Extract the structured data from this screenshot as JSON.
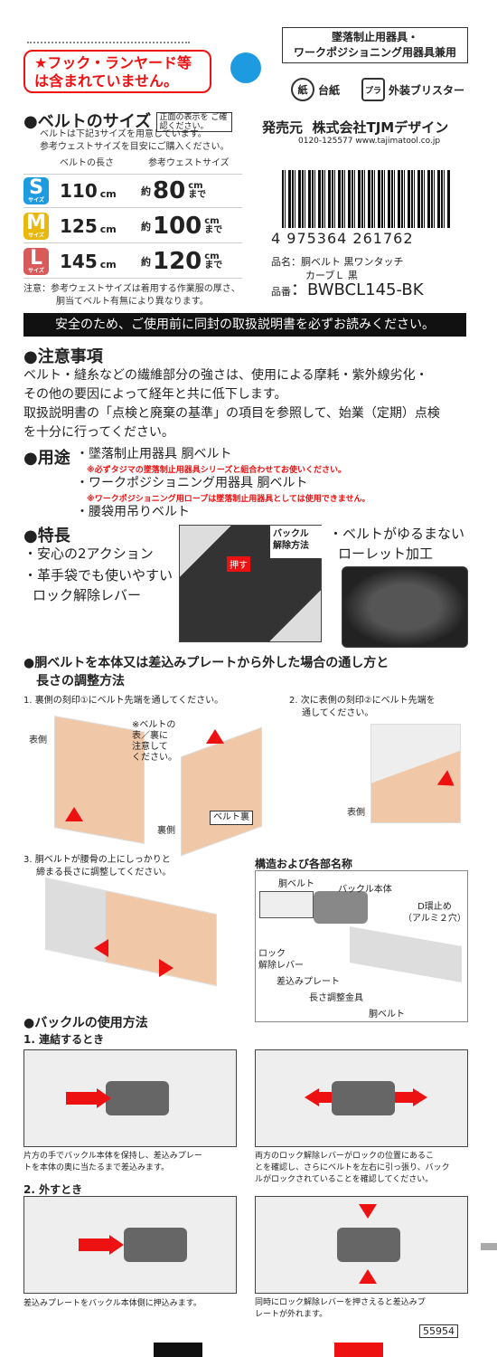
{
  "warning": {
    "line1": "★フック・ランヤード等",
    "line2": "は含まれていません。"
  },
  "category": {
    "line1": "墜落制止用器具・",
    "line2": "ワークポジショニング用器具兼用"
  },
  "recycle": [
    {
      "mark": "紙",
      "label": "台紙"
    },
    {
      "mark": "プラ",
      "label": "外装ブリスター"
    }
  ],
  "seller": {
    "label": "発売元",
    "name": "株式会社TJMデザイン",
    "contact": "0120-125577 www.tajimatool.co.jp"
  },
  "belt_size": {
    "heading": "●ベルトのサイズ",
    "stamp": "正面の表示を ご確認ください。",
    "note1": "ベルトは下記3サイズを用意しています。",
    "note2": "参考ウェストサイズを目安にご購入ください。",
    "col1": "ベルトの長さ",
    "col2": "参考ウェストサイズ",
    "approx": "約",
    "len_unit": "cm",
    "waist_unit1": "cm",
    "waist_unit2": "まで",
    "size_suffix": "サイズ",
    "rows": [
      {
        "size": "S",
        "color": "#1e9be0",
        "length": "110",
        "waist": "80"
      },
      {
        "size": "M",
        "color": "#e8b80c",
        "length": "125",
        "waist": "100"
      },
      {
        "size": "L",
        "color": "#d85a5a",
        "length": "145",
        "waist": "120"
      }
    ],
    "caution1": "注意：参考ウェストサイズは着用する作業服の厚さ、",
    "caution2": "胴当てベルト有無により異なります。"
  },
  "barcode": {
    "number": "4 975364 261762"
  },
  "product": {
    "name_label": "品名",
    "name1": "胴ベルト 黒ワンタッチ",
    "name2": "カーブＬ 黒",
    "code_label": "品番",
    "code": "BWBCL145-BK"
  },
  "safety_bar": "安全のため、ご使用前に同封の取扱説明書を必ずお読みください。",
  "caution": {
    "heading": "●注意事項",
    "p1": "ベルト・縫糸などの繊維部分の強さは、使用による摩耗・紫外線劣化・",
    "p2": "その他の要因によって経年と共に低下します。",
    "p3": "取扱説明書の「点検と廃棄の基準」の項目を参照して、始業（定期）点検",
    "p4": "を十分に行ってください。"
  },
  "usage": {
    "heading": "●用途",
    "item1": "・墜落制止用器具 胴ベルト",
    "red1": "※必ずタジマの墜落制止用器具シリーズと組合わせてお使いください。",
    "item2": "・ワークポジショニング用器具 胴ベルト",
    "red2": "※ワークポジショニング用ロープは墜落制止用器具としては使用できません。",
    "item3": "・腰袋用吊りベルト"
  },
  "features": {
    "heading": "●特長",
    "f1": "・安心の2アクション",
    "f2a": "・革手袋でも使いやすい",
    "f2b": "ロック解除レバー",
    "buckle_tag1": "バックル",
    "buckle_tag2": "解除方法",
    "push": "押す",
    "f3a": "・ベルトがゆるまない",
    "f3b": "ローレット加工"
  },
  "threading": {
    "heading1": "●胴ベルトを本体又は差込みプレートから外した場合の通し方と",
    "heading2": "長さの調整方法",
    "step1": "1. 裏側の刻印①にベルト先端を通してください。",
    "step2a": "2. 次に表側の刻印②にベルト先端を",
    "step2b": "通してください。",
    "front": "表側",
    "back": "裏側",
    "note_a": "※ベルトの",
    "note_b": "表／裏に",
    "note_c": "注意して",
    "note_d": "ください。",
    "belt_back": "ベルト裏",
    "step3a": "3. 胴ベルトが腰骨の上にしっかりと",
    "step3b": "締まる長さに調整してください。"
  },
  "structure": {
    "heading": "構造および各部名称",
    "belt": "胴ベルト",
    "buckle_body": "バックル本体",
    "dring1": "D環止め",
    "dring2": "（アルミ２穴）",
    "lever1": "ロック",
    "lever2": "解除レバー",
    "plate": "差込みプレート",
    "adjuster": "長さ調整金具",
    "belt2": "胴ベルト"
  },
  "buckle_use": {
    "heading": "●バックルの使用方法",
    "connect": "1. 連結するとき",
    "c_left1": "片方の手でバックル本体を保持し、差込みプレー",
    "c_left2": "トを本体の奥に当たるまで差込みます。",
    "c_right1": "両方のロック解除レバーがロックの位置にあるこ",
    "c_right2": "とを確認し、さらにベルトを左右に引っ張り、バック",
    "c_right3": "ルがロックされていることを確認してください。",
    "release": "2. 外すとき",
    "r_left": "差込みプレートをバックル本体側に押込みます。",
    "r_right1": "同時にロック解除レバーを押さえると差込みプ",
    "r_right2": "レートが外れます。"
  },
  "footer": {
    "code": "55954"
  }
}
